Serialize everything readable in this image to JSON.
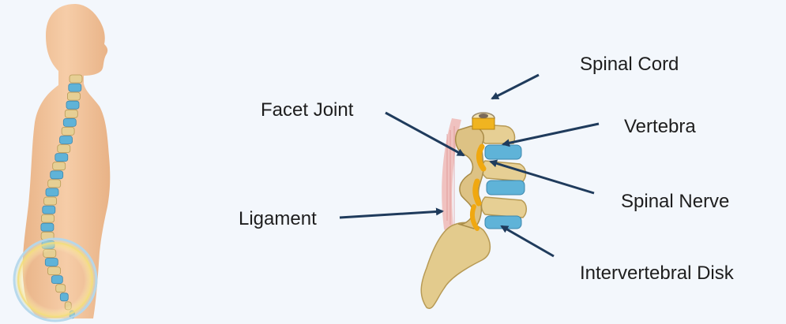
{
  "labels": {
    "spinal_cord": "Spinal Cord",
    "facet_joint": "Facet Joint",
    "vertebra": "Vertebra",
    "spinal_nerve": "Spinal Nerve",
    "ligament": "Ligament",
    "intervertebral_disk": "Intervertebral Disk"
  },
  "colors": {
    "background": "#f3f7fc",
    "skin": "#f2c49c",
    "bone": "#e6cf94",
    "disk": "#5fb3d8",
    "nerve": "#f0a810",
    "ligament": "#e8a0a0",
    "arrow": "#1f3b5c",
    "highlight": "#f4e6a0"
  }
}
